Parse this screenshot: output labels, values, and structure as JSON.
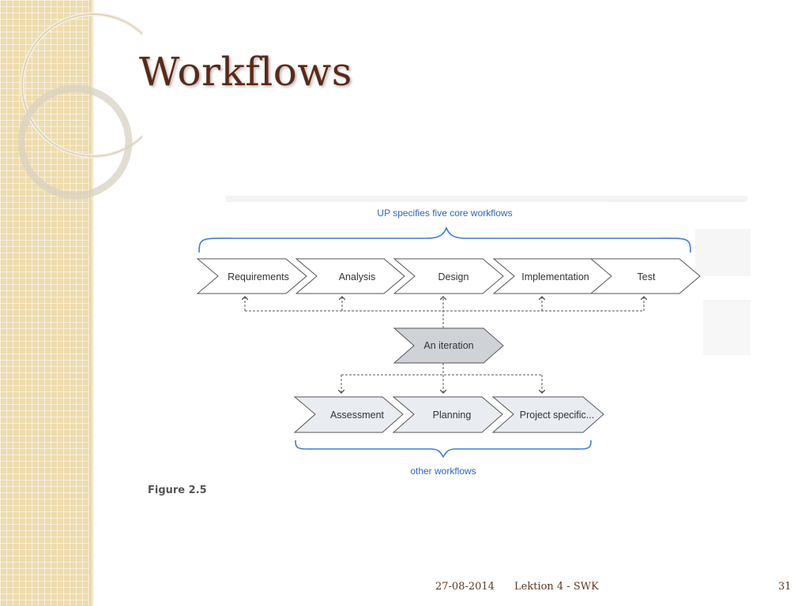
{
  "slide": {
    "title": "Workflows"
  },
  "figure": {
    "top_label": "UP specifies five core workflows",
    "core_workflows": [
      "Requirements",
      "Analysis",
      "Design",
      "Implementation",
      "Test"
    ],
    "iteration_label": "An iteration",
    "other_workflows": [
      "Assessment",
      "Planning",
      "Project specific..."
    ],
    "bottom_label": "other workflows",
    "caption": "Figure 2.5"
  },
  "footer": {
    "date": "27-08-2014",
    "course": "Lektion 4 - SWK",
    "page": "31"
  },
  "colors": {
    "title": "#5a2a17",
    "brace": "#3d7fd1",
    "arrow_fill": "#ffffff",
    "iteration_fill": "#cfd3d8",
    "other_fill": "#e9edf1",
    "sidebar": "#eedcae"
  }
}
